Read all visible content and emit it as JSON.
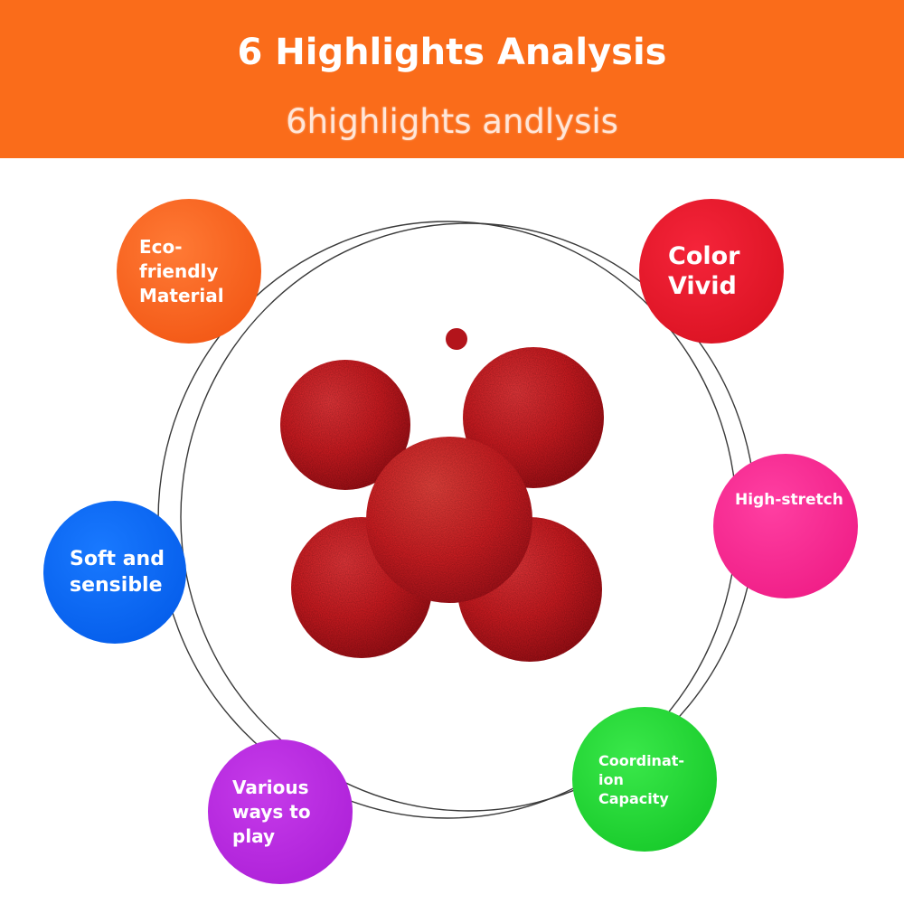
{
  "header": {
    "title": "6 Highlights Analysis",
    "subtitle": "6highlights andlysis"
  },
  "highlights": [
    {
      "label": "Eco-\nfriendly\nMaterial",
      "color": "#f5561a"
    },
    {
      "label": "Color\nVivid",
      "color": "#e41a2a"
    },
    {
      "label": "High-stretch",
      "color": "#f42a8f"
    },
    {
      "label": "Soft and\nsensible",
      "color": "#0a68f5"
    },
    {
      "label": "Coordinat-\nion\nCapacity",
      "color": "#22d533"
    },
    {
      "label": "Various\nways to\nplay",
      "color": "#b82ae0"
    }
  ],
  "colors": {
    "banner": "#fa6c1a",
    "ball": "#d81c22"
  }
}
